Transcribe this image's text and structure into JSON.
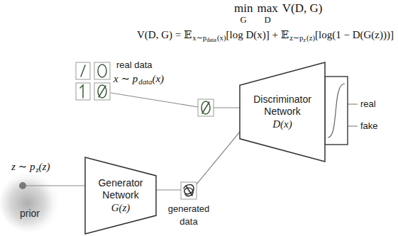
{
  "diagram": {
    "nodes": [
      {
        "text": [
          "prior"
        ]
      },
      {
        "text": [
          "Generator Network",
          "G(z)"
        ]
      },
      {
        "text": [
          "Discriminator Network",
          "D(x)"
        ]
      }
    ],
    "edges": [
      {
        "from": 0,
        "to": 1,
        "arrow": "none"
      }
    ],
    "labels": [
      "min",
      "G",
      "max",
      "D",
      "V(D, G)",
      "V(D, G) = 𝔼",
      "x∼p",
      "data",
      "(x)",
      "[log D(x)] + 𝔼",
      "z∼p",
      "z",
      "(z)",
      "[log(1 − D(G(z)))]",
      "real data",
      "x ∼ p",
      "data",
      "(x)",
      "real",
      "fake",
      "z ∼ p",
      "z",
      "(z)",
      "generated data"
    ]
  }
}
